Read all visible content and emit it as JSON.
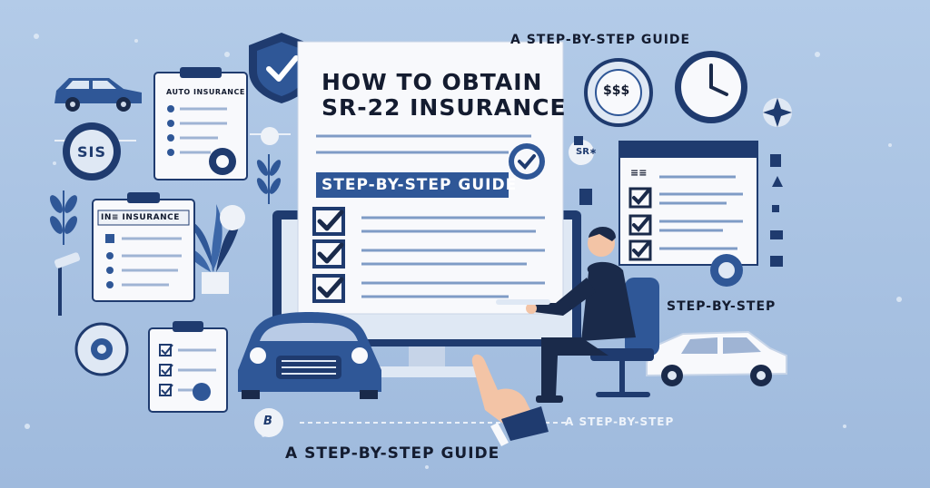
{
  "headline": {
    "line1": "HOW TO OBTAIN",
    "line2": "SR-22 INSURANCE"
  },
  "guide_banner": "STEP-BY-STEP GUIDE",
  "top_right_caption": "A STEP-BY-STEP GUIDE",
  "right_caption": "STEP-BY-STEP",
  "lower_caption": "A STEP-BY-STEP",
  "bottom_caption": "A STEP-BY-STEP GUIDE",
  "auto_clipboard_title": "AUTO INSURANCE",
  "insurance_clipboard_title": "IN≡ INSURANCE",
  "sis_badge": "SIS",
  "sss_badge": "$$$",
  "sr_badge": "SR∗",
  "small_badge": "B",
  "right_doc_header": "≡≡",
  "icons": [
    "shield-check-icon",
    "clock-icon",
    "car-icon",
    "gear-icon",
    "leaf-icon",
    "pointing-hand-icon",
    "checkbox-icon",
    "compass-icon"
  ],
  "colors": {
    "background": "#a9c3e3",
    "navy": "#1f3b6f",
    "accent": "#2f5797",
    "paper": "#f8f9fc",
    "skin": "#f3c4a6"
  }
}
